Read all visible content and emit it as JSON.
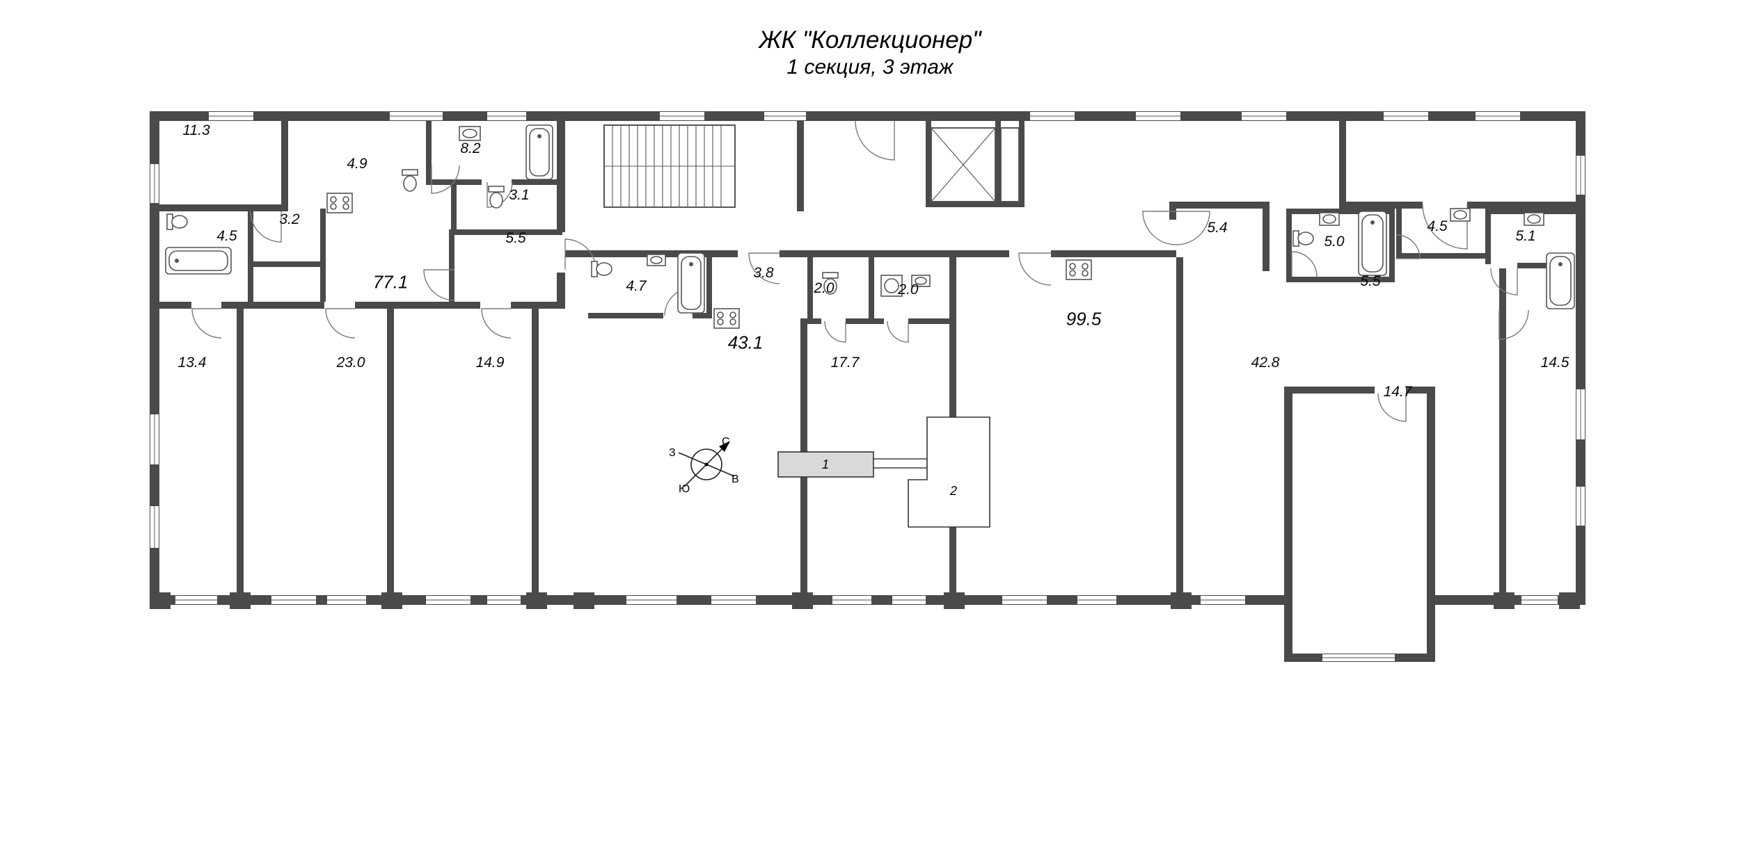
{
  "header": {
    "title": "ЖК \"Коллекционер\"",
    "subtitle": "1 секция, 3 этаж"
  },
  "rooms": [
    {
      "label": "11.3"
    },
    {
      "label": "4.9"
    },
    {
      "label": "8.2"
    },
    {
      "label": "3.1"
    },
    {
      "label": "3.2"
    },
    {
      "label": "4.5"
    },
    {
      "label": "5.5"
    },
    {
      "label": "77.1"
    },
    {
      "label": "13.4"
    },
    {
      "label": "23.0"
    },
    {
      "label": "14.9"
    },
    {
      "label": "4.7"
    },
    {
      "label": "3.8"
    },
    {
      "label": "2.0"
    },
    {
      "label": "2.0"
    },
    {
      "label": "43.1"
    },
    {
      "label": "17.7"
    },
    {
      "label": "5.4"
    },
    {
      "label": "99.5"
    },
    {
      "label": "5.0"
    },
    {
      "label": "4.5"
    },
    {
      "label": "5.1"
    },
    {
      "label": "5.5"
    },
    {
      "label": "42.8"
    },
    {
      "label": "14.5"
    },
    {
      "label": "14.7"
    }
  ],
  "compass": {
    "north": "С",
    "south": "Ю",
    "west": "З",
    "east": "В"
  },
  "footprint": {
    "section1_label": "1",
    "section2_label": "2"
  },
  "colors": {
    "wall": "#4a4a4a",
    "highlighted_section": "#d9d9d9",
    "line": "#555555"
  }
}
